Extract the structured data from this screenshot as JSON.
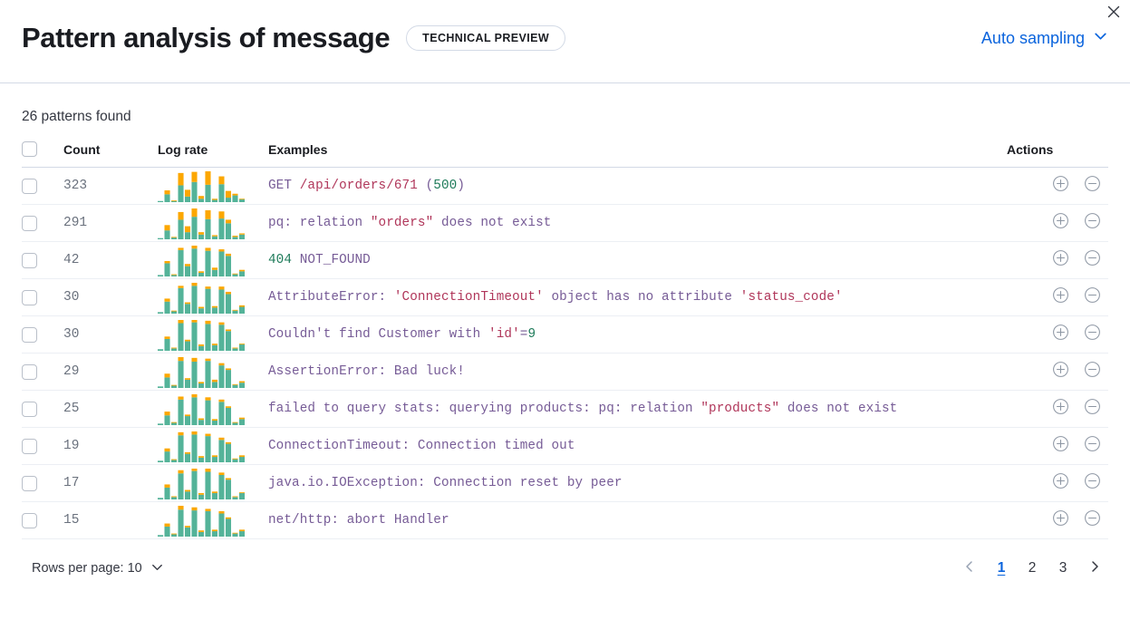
{
  "header": {
    "title": "Pattern analysis of message",
    "badge": "TECHNICAL PREVIEW",
    "sampling_label": "Auto sampling",
    "chevron_icon": "chevron-down-icon",
    "close_icon": "close-icon"
  },
  "summary": {
    "patterns_found": "26 patterns found"
  },
  "table": {
    "columns": {
      "select": "",
      "count": "Count",
      "log_rate": "Log rate",
      "examples": "Examples",
      "actions": "Actions"
    },
    "action_icons": {
      "add": "plus-in-circle-icon",
      "remove": "minus-in-circle-icon"
    },
    "rows": [
      {
        "count": "323",
        "example": "GET /api/orders/671 (500)",
        "tokens": [
          {
            "t": "GET ",
            "c": "base"
          },
          {
            "t": "/api/orders/671",
            "c": "string"
          },
          {
            "t": " (",
            "c": "base"
          },
          {
            "t": "500",
            "c": "number"
          },
          {
            "t": ")",
            "c": "base"
          }
        ],
        "sparkline": {
          "teal": [
            2,
            14,
            2,
            30,
            10,
            36,
            6,
            31,
            4,
            32,
            8,
            12,
            5
          ],
          "orange": [
            0,
            7,
            1,
            22,
            12,
            18,
            5,
            24,
            2,
            14,
            12,
            3,
            1
          ]
        }
      },
      {
        "count": "291",
        "example": "pq: relation \"orders\" does not exist",
        "tokens": [
          {
            "t": "pq: relation ",
            "c": "base"
          },
          {
            "t": "\"orders\"",
            "c": "string"
          },
          {
            "t": " does not exist",
            "c": "base"
          }
        ],
        "sparkline": {
          "teal": [
            2,
            15,
            3,
            33,
            12,
            38,
            8,
            34,
            5,
            35,
            27,
            4,
            8
          ],
          "orange": [
            0,
            9,
            1,
            13,
            10,
            14,
            4,
            15,
            2,
            12,
            6,
            2,
            2
          ]
        }
      },
      {
        "count": "42",
        "example": "404 NOT_FOUND",
        "tokens": [
          {
            "t": "404",
            "c": "number"
          },
          {
            "t": " NOT_FOUND",
            "c": "base"
          }
        ],
        "sparkline": {
          "teal": [
            2,
            18,
            2,
            36,
            14,
            38,
            5,
            35,
            9,
            34,
            28,
            3,
            7
          ],
          "orange": [
            0,
            3,
            1,
            3,
            3,
            4,
            2,
            4,
            3,
            3,
            3,
            1,
            2
          ]
        }
      },
      {
        "count": "30",
        "example": "AttributeError: 'ConnectionTimeout' object has no attribute 'status_code'",
        "tokens": [
          {
            "t": "AttributeError: ",
            "c": "base"
          },
          {
            "t": "'ConnectionTimeout'",
            "c": "string"
          },
          {
            "t": " object has no attribute ",
            "c": "base"
          },
          {
            "t": "'status_code'",
            "c": "string"
          }
        ],
        "sparkline": {
          "teal": [
            2,
            16,
            3,
            34,
            13,
            37,
            7,
            33,
            8,
            32,
            26,
            4,
            9
          ],
          "orange": [
            0,
            4,
            1,
            3,
            2,
            4,
            2,
            3,
            2,
            4,
            3,
            1,
            2
          ]
        }
      },
      {
        "count": "30",
        "example": "Couldn't find Customer with 'id'=9",
        "tokens": [
          {
            "t": "Couldn't find Customer with ",
            "c": "base"
          },
          {
            "t": "'id'",
            "c": "string"
          },
          {
            "t": "=",
            "c": "base"
          },
          {
            "t": "9",
            "c": "number"
          }
        ],
        "sparkline": {
          "teal": [
            2,
            15,
            3,
            35,
            12,
            36,
            6,
            34,
            7,
            33,
            25,
            3,
            8
          ],
          "orange": [
            0,
            3,
            1,
            4,
            2,
            3,
            2,
            4,
            2,
            3,
            2,
            1,
            1
          ]
        }
      },
      {
        "count": "29",
        "example": "AssertionError: Bad luck!",
        "tokens": [
          {
            "t": "AssertionError: Bad luck!",
            "c": "base"
          }
        ],
        "sparkline": {
          "teal": [
            2,
            14,
            3,
            36,
            11,
            35,
            6,
            36,
            8,
            30,
            24,
            4,
            7
          ],
          "orange": [
            0,
            5,
            1,
            5,
            2,
            5,
            2,
            3,
            3,
            3,
            2,
            1,
            2
          ]
        }
      },
      {
        "count": "25",
        "example": "failed to query stats: querying products: pq: relation \"products\" does not exist",
        "tokens": [
          {
            "t": "failed to query stats: querying products: pq: relation ",
            "c": "base"
          },
          {
            "t": "\"products\"",
            "c": "string"
          },
          {
            "t": " does not exist",
            "c": "base"
          }
        ],
        "sparkline": {
          "teal": [
            2,
            13,
            3,
            34,
            12,
            37,
            7,
            33,
            6,
            31,
            23,
            3,
            8
          ],
          "orange": [
            0,
            5,
            1,
            4,
            2,
            4,
            2,
            4,
            2,
            3,
            2,
            1,
            2
          ]
        }
      },
      {
        "count": "19",
        "example": "ConnectionTimeout: Connection timed out",
        "tokens": [
          {
            "t": "ConnectionTimeout: Connection timed out",
            "c": "base"
          }
        ],
        "sparkline": {
          "teal": [
            2,
            14,
            3,
            35,
            11,
            36,
            6,
            34,
            7,
            29,
            24,
            4,
            7
          ],
          "orange": [
            0,
            4,
            1,
            4,
            2,
            4,
            2,
            3,
            2,
            3,
            2,
            1,
            2
          ]
        }
      },
      {
        "count": "17",
        "example": "java.io.IOException: Connection reset by peer",
        "tokens": [
          {
            "t": "java.io.IOException: Connection reset by peer",
            "c": "base"
          }
        ],
        "sparkline": {
          "teal": [
            2,
            15,
            3,
            33,
            10,
            36,
            6,
            35,
            8,
            31,
            25,
            3,
            8
          ],
          "orange": [
            0,
            4,
            1,
            4,
            2,
            3,
            2,
            4,
            2,
            3,
            2,
            1,
            1
          ]
        }
      },
      {
        "count": "15",
        "example": "net/http: abort Handler",
        "tokens": [
          {
            "t": "net/http: abort Handler",
            "c": "base"
          }
        ],
        "sparkline": {
          "teal": [
            2,
            13,
            3,
            35,
            12,
            34,
            6,
            33,
            7,
            30,
            23,
            4,
            7
          ],
          "orange": [
            0,
            4,
            1,
            5,
            2,
            4,
            2,
            3,
            2,
            3,
            2,
            1,
            2
          ]
        }
      }
    ]
  },
  "footer": {
    "rows_per_page_label": "Rows per page: 10",
    "rows_per_page_icon": "chevron-down-icon",
    "prev_icon": "chevron-left-icon",
    "next_icon": "chevron-right-icon",
    "pages": [
      "1",
      "2",
      "3"
    ],
    "active_page": "1"
  },
  "colors": {
    "link": "#0b64dd",
    "sparkline_teal": "#54b399",
    "sparkline_orange": "#fca700",
    "token_base": "#765b96",
    "token_string": "#b0365a",
    "token_number": "#1e7b5a",
    "border": "#d3dae6"
  }
}
